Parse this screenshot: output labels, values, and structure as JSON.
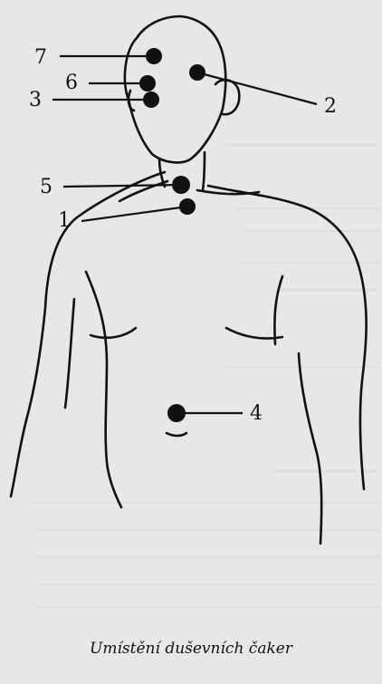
{
  "caption": "Umístění duševních čaker",
  "labels": {
    "p1": "1",
    "p2": "2",
    "p3": "3",
    "p4": "4",
    "p5": "5",
    "p6": "6",
    "p7": "7"
  },
  "colors": {
    "ink": "#111111",
    "paper": "#e7e7e7"
  }
}
